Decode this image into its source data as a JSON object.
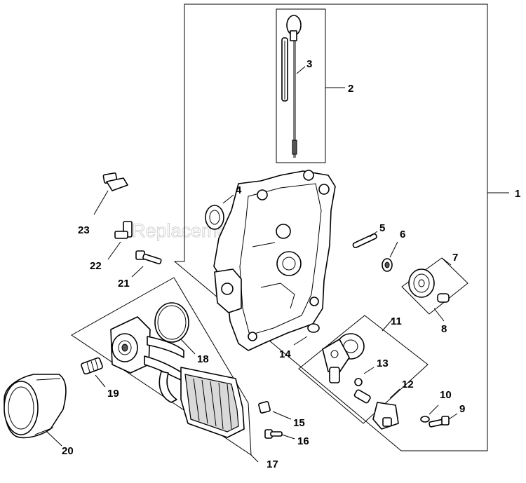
{
  "watermark": "ReplacementParts.com",
  "callouts": {
    "c1": "1",
    "c2": "2",
    "c3": "3",
    "c4": "4",
    "c5": "5",
    "c6": "6",
    "c7": "7",
    "c8": "8",
    "c9": "9",
    "c10": "10",
    "c11": "11",
    "c12": "12",
    "c13": "13",
    "c14": "14",
    "c15": "15",
    "c16": "16",
    "c17": "17",
    "c18": "18",
    "c19": "19",
    "c20": "20",
    "c21": "21",
    "c22": "22",
    "c23": "23"
  }
}
